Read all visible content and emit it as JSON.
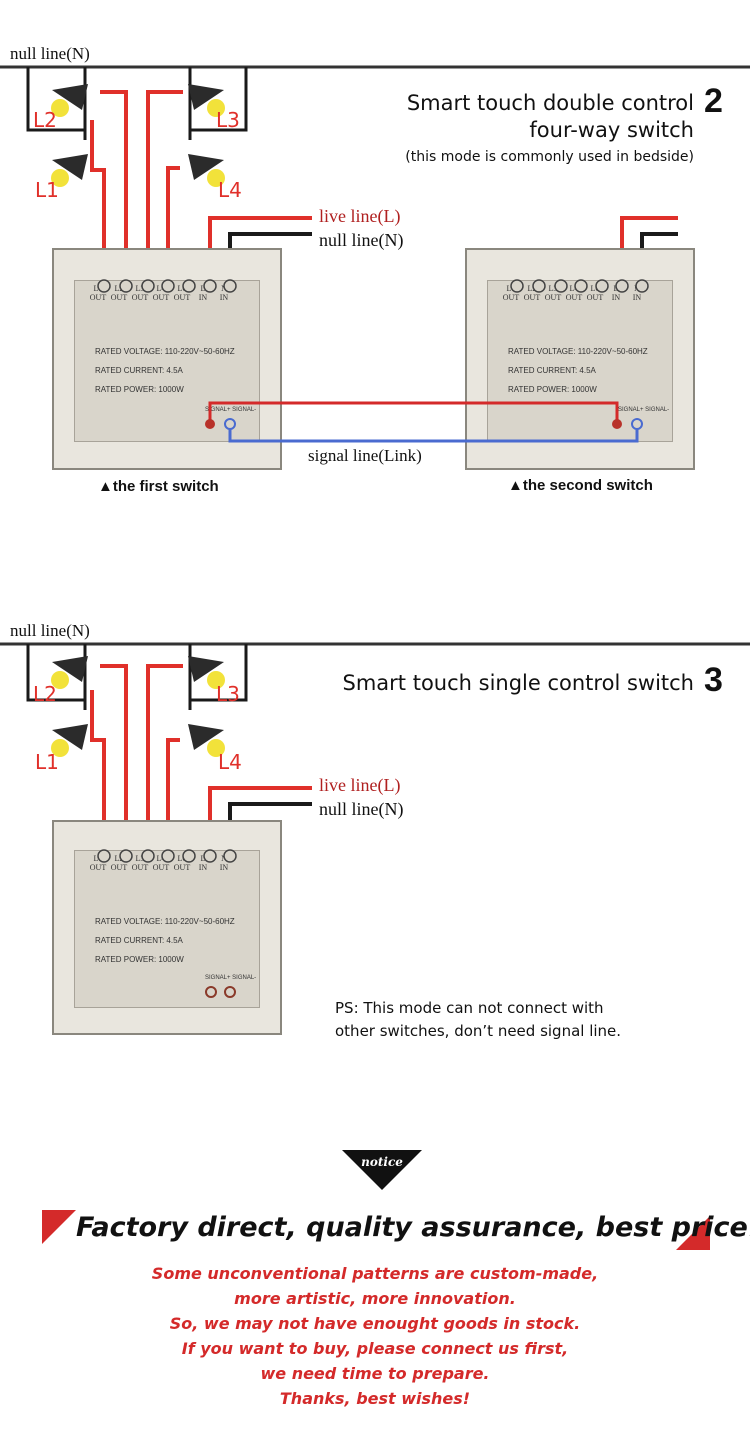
{
  "section2": {
    "null_line_top": "null line(N)",
    "title_line1": "Smart touch double control",
    "title_line2": "four-way switch",
    "number": "2",
    "subtitle": "(this mode is commonly used in bedside)",
    "lamps": [
      "L2",
      "L3",
      "L1",
      "L4"
    ],
    "live_line": "live line(L)",
    "null_line": "null line(N)",
    "signal_line": "signal line(Link)",
    "caption_first": "▲the first switch",
    "caption_second": "▲the second switch"
  },
  "section3": {
    "null_line_top": "null line(N)",
    "title": "Smart touch single control switch",
    "number": "3",
    "lamps": [
      "L2",
      "L3",
      "L1",
      "L4"
    ],
    "live_line": "live line(L)",
    "null_line": "null line(N)",
    "ps_line1": "PS: This mode can not connect with",
    "ps_line2": "other switches, don’t need signal line."
  },
  "switch_panel": {
    "terminals": [
      {
        "top": "L1",
        "bottom": "OUT"
      },
      {
        "top": "L2",
        "bottom": "OUT"
      },
      {
        "top": "L3",
        "bottom": "OUT"
      },
      {
        "top": "L4",
        "bottom": "OUT"
      },
      {
        "top": "L6",
        "bottom": "OUT"
      },
      {
        "top": "L",
        "bottom": "IN"
      },
      {
        "top": "N",
        "bottom": "IN"
      }
    ],
    "rated_voltage": "RATED VOLTAGE: 110-220V~50-60HZ",
    "rated_current": "RATED CURRENT: 4.5A",
    "rated_power": "RATED POWER: 1000W",
    "signal_label": "SIGNAL+  SIGNAL-"
  },
  "notice": {
    "badge": "notice",
    "headline": "Factory direct, quality assurance, best price!",
    "lines": [
      "Some unconventional patterns are custom-made,",
      "more artistic, more innovation.",
      "So, we may not have enought goods in stock.",
      "If you want to buy, please connect us first,",
      "we need time to prepare.",
      "Thanks, best wishes!"
    ]
  },
  "colors": {
    "live_wire": "#e0302a",
    "null_wire": "#1a1a1a",
    "signal_wire": "#4a6bd0",
    "lamp_label": "#e0302a",
    "notice_red": "#d42a2a"
  }
}
